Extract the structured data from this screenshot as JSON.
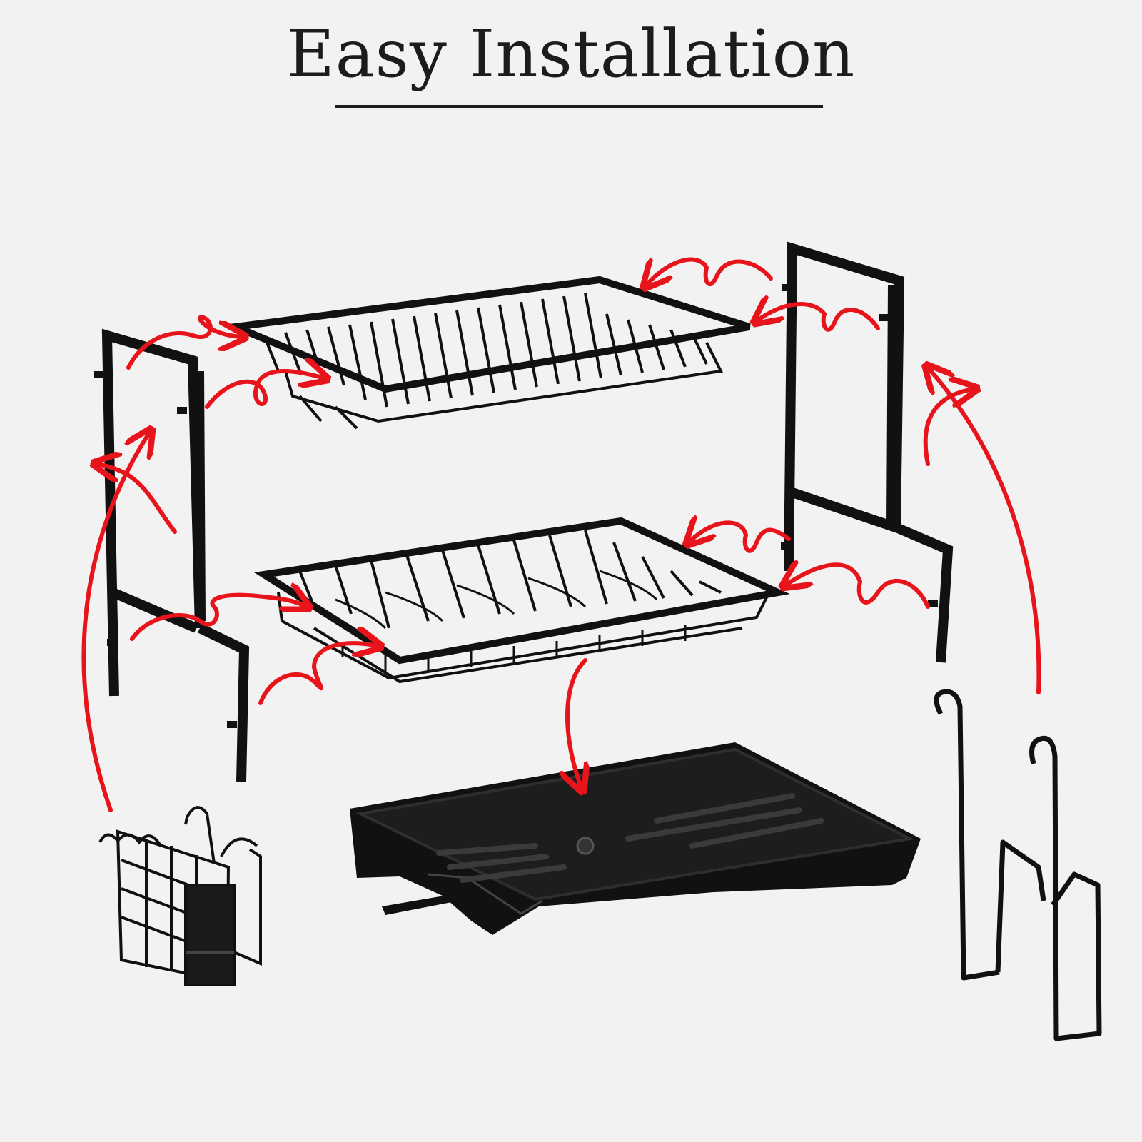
{
  "header": {
    "title": "Easy Installation"
  },
  "colors": {
    "background": "#f2f2f2",
    "metal": "#111111",
    "arrow": "#e8141b"
  },
  "parts": [
    {
      "name": "left-side-frame"
    },
    {
      "name": "right-side-frame"
    },
    {
      "name": "upper-dish-rack"
    },
    {
      "name": "lower-dish-rack"
    },
    {
      "name": "drip-tray"
    },
    {
      "name": "utensil-holder"
    },
    {
      "name": "cup-hooks"
    }
  ]
}
